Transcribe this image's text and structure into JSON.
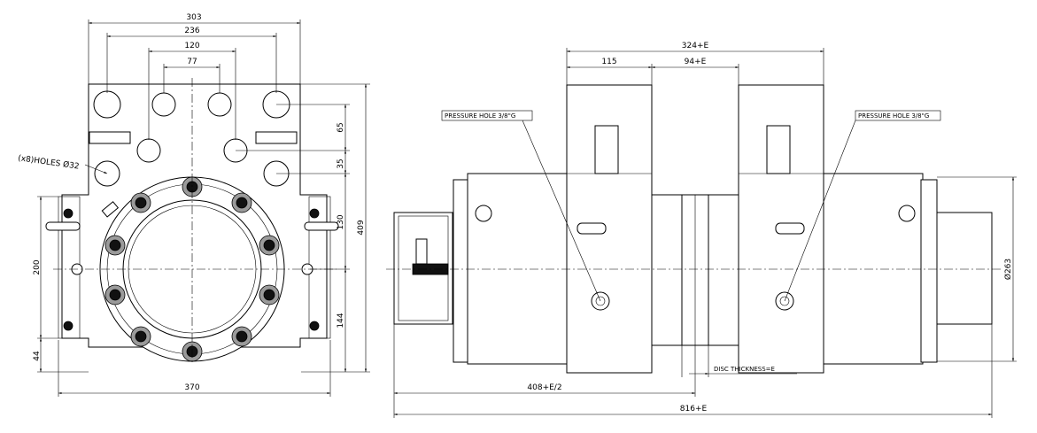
{
  "front_view": {
    "dims": {
      "d303": "303",
      "d236": "236",
      "d120": "120",
      "d77": "77",
      "d65": "65",
      "d35": "35",
      "d130": "130",
      "d409": "409",
      "d200": "200",
      "d144": "144",
      "d44": "44",
      "d370": "370"
    },
    "holes_note": "(x8)HOLES Ø32"
  },
  "side_view": {
    "dims": {
      "total_top": "324+E",
      "d115": "115",
      "d94": "94+E",
      "d408": "408+E/2",
      "d816": "816+E",
      "dia263": "Ø263"
    },
    "pressure_left": "PRESSURE HOLE 3/8\"G",
    "pressure_right": "PRESSURE HOLE 3/8\"G",
    "disc_thickness": "DISC THICKNESS=E"
  }
}
